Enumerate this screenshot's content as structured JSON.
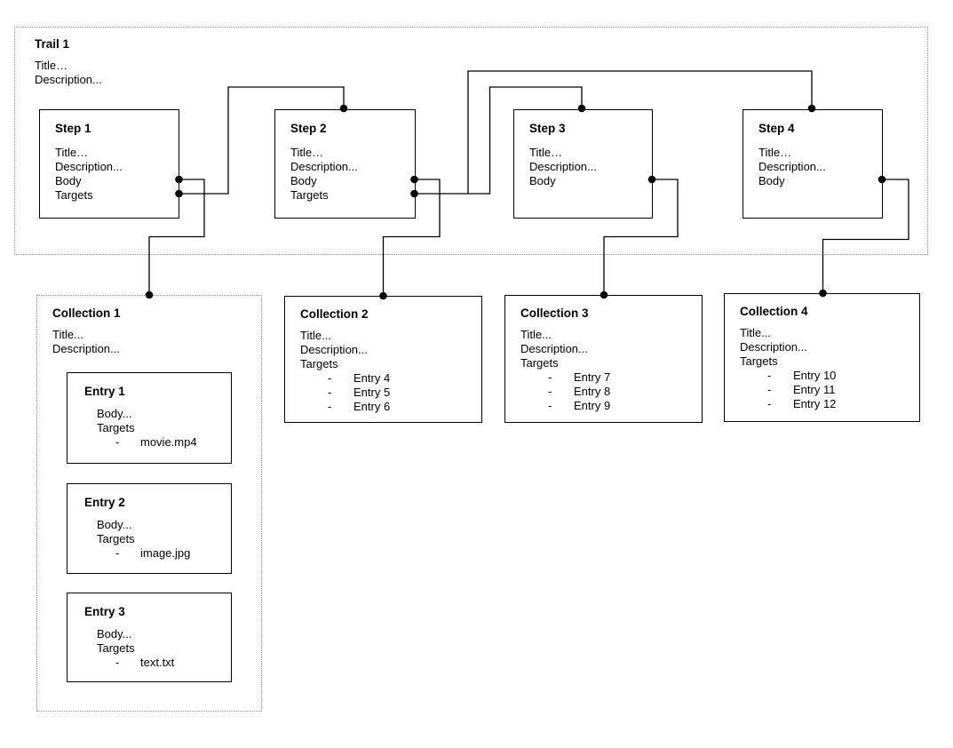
{
  "glyphs": {
    "dash": "-"
  },
  "trail": {
    "heading": "Trail 1",
    "title": "Title…",
    "description": "Description..."
  },
  "steps": [
    {
      "heading": "Step 1",
      "title": "Title…",
      "description": "Description...",
      "body": "Body",
      "targets": "Targets"
    },
    {
      "heading": "Step 2",
      "title": "Title…",
      "description": "Description...",
      "body": "Body",
      "targets": "Targets"
    },
    {
      "heading": "Step 3",
      "title": "Title…",
      "description": "Description...",
      "body": "Body"
    },
    {
      "heading": "Step 4",
      "title": "Title…",
      "description": "Description...",
      "body": "Body"
    }
  ],
  "collections": [
    {
      "heading": "Collection 1",
      "title": "Title...",
      "description": "Description...",
      "entries": [
        {
          "heading": "Entry 1",
          "body": "Body...",
          "targets_label": "Targets",
          "target": "movie.mp4"
        },
        {
          "heading": "Entry 2",
          "body": "Body...",
          "targets_label": "Targets",
          "target": "image.jpg"
        },
        {
          "heading": "Entry 3",
          "body": "Body...",
          "targets_label": "Targets",
          "target": "text.txt"
        }
      ]
    },
    {
      "heading": "Collection 2",
      "title": "Title...",
      "description": "Description...",
      "targets_label": "Targets",
      "items": [
        "Entry 4",
        "Entry 5",
        "Entry 6"
      ]
    },
    {
      "heading": "Collection 3",
      "title": "Title...",
      "description": "Description...",
      "targets_label": "Targets",
      "items": [
        "Entry 7",
        "Entry 8",
        "Entry 9"
      ]
    },
    {
      "heading": "Collection 4",
      "title": "Title...",
      "description": "Description...",
      "targets_label": "Targets",
      "items": [
        "Entry 10",
        "Entry 11",
        "Entry 12"
      ]
    }
  ]
}
